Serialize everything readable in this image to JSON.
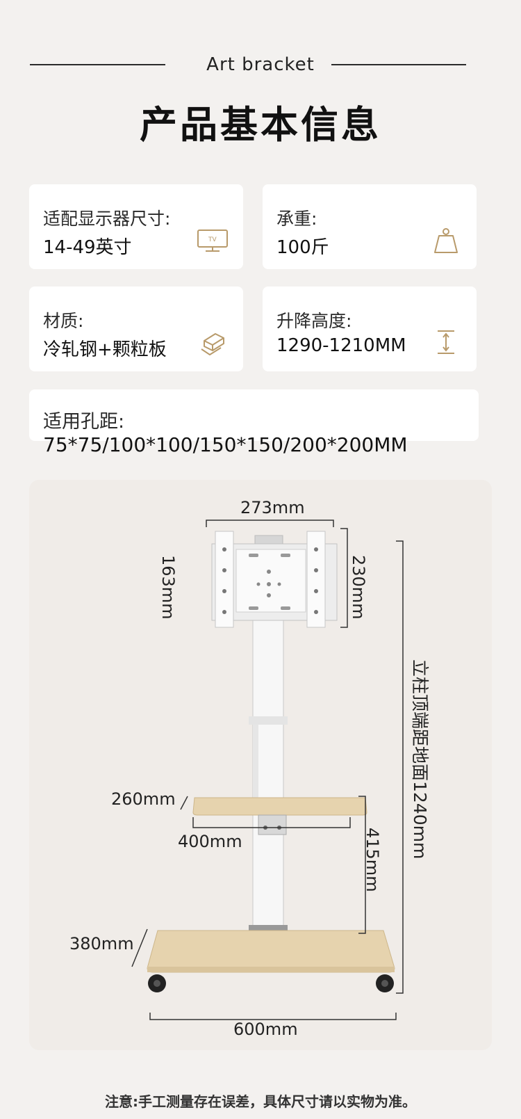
{
  "header": {
    "subtitle": "Art bracket",
    "title": "产品基本信息"
  },
  "specs": {
    "screen_size": {
      "label": "适配显示器尺寸:",
      "value": "14-49英寸",
      "icon": "tv-icon"
    },
    "load": {
      "label": "承重:",
      "value": "100斤",
      "icon": "weight-icon"
    },
    "material": {
      "label": "材质:",
      "value": "冷轧钢+颗粒板",
      "icon": "material-layers-icon"
    },
    "height_range": {
      "label": "升降高度:",
      "value": "1290-1210MM",
      "icon": "height-arrow-icon"
    },
    "vesa": {
      "label": "适用孔距:",
      "value": "75*75/100*100/150*150/200*200MM"
    }
  },
  "dimensions": {
    "plate_width": "273mm",
    "plate_inner_height": "163mm",
    "plate_height": "230mm",
    "column_height": "立柱顶端距地面1240mm",
    "shelf_depth": "260mm",
    "shelf_width": "400mm",
    "shelf_gap": "415mm",
    "base_depth": "380mm",
    "base_width": "600mm"
  },
  "colors": {
    "background": "#f3f1ef",
    "card": "#ffffff",
    "accent_icon": "#b89a6a",
    "wood": "#e6d3ae"
  },
  "footer": {
    "note": "注意:手工测量存在误差，具体尺寸请以实物为准。"
  }
}
